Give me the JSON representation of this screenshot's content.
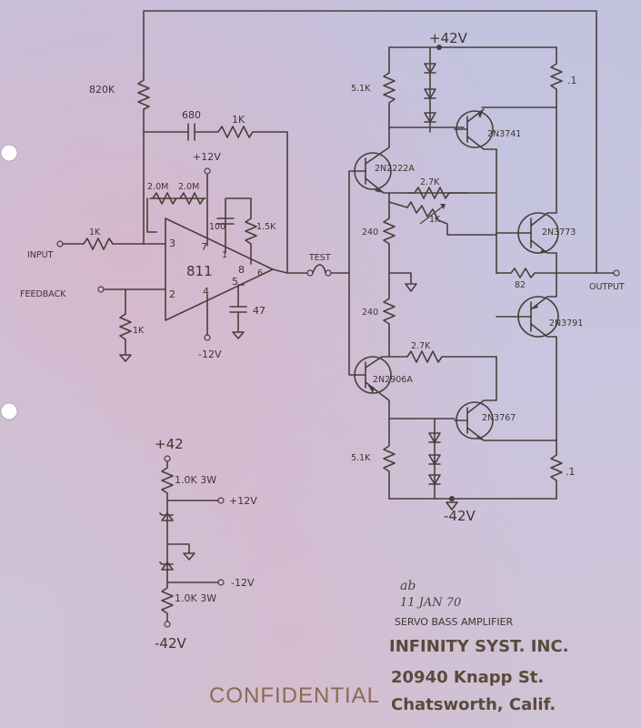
{
  "labels": {
    "r_820k": "820K",
    "c_680": "680",
    "r_1k_fb": "1K",
    "v_plus12_opamp": "+12V",
    "r_20m_a": "2.0M",
    "r_20m_b": "2.0M",
    "r_1k_input": "1K",
    "input": "INPUT",
    "feedback": "FEEDBACK",
    "r_1k_gnd": "1K",
    "opamp_name": "811",
    "pin3": "3",
    "pin2": "2",
    "pin7": "7",
    "pin4": "4",
    "pin1": "1",
    "pin8": "8",
    "pin5": "5",
    "pin6": "6",
    "c_100": "100",
    "r_15k": "1.5K",
    "c_47": "47",
    "v_minus12_opamp": "-12V",
    "test": "TEST",
    "v_plus42_top": "+42V",
    "r_51k_top": "5.1K",
    "r_point1_top": ".1",
    "q_2n3741": "2N3741",
    "q_2n2222a": "2N2222A",
    "r_27k_top": "2.7K",
    "r_pot_1k": "1K",
    "r_240_top": "240",
    "r_240_bot": "240",
    "q_2n3773": "2N3773",
    "r_82": "82",
    "output": "OUTPUT",
    "q_3791": "2N3791",
    "r_27k_bot": "2.7K",
    "q_2n2906a": "2N2906A",
    "q_2n3767": "2N3767",
    "r_51k_bot": "5.1K",
    "r_point1_bot": ".1",
    "v_minus42_bot": "-42V",
    "supply_plus42": "+42",
    "supply_r1": "1.0K 3W",
    "supply_plus12": "+12V",
    "supply_minus12": "-12V",
    "supply_r2": "1.0K 3W",
    "supply_minus42": "-42V"
  },
  "annotations": {
    "initials": "ab",
    "date": "11 JAN 70",
    "title": "SERVO BASS AMPLIFIER"
  },
  "stamp": {
    "company": "INFINITY SYST. INC.",
    "street": "20940 Knapp St.",
    "city": "Chatsworth, Calif."
  },
  "confidential": "CONFIDENTIAL"
}
